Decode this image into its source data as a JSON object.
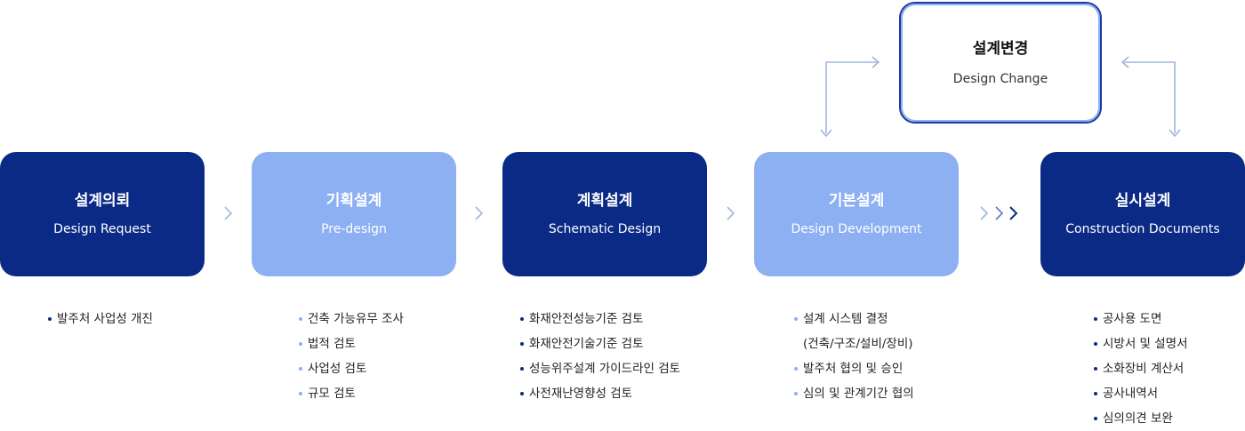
{
  "stages": [
    {
      "ko": "설계의뢰",
      "en": "Design Request",
      "items": [
        "발주처 사업성 개진"
      ]
    },
    {
      "ko": "기획설계",
      "en": "Pre-design",
      "items": [
        "건축 가능유무 조사",
        "법적 검토",
        "사업성 검토",
        "규모 검토"
      ]
    },
    {
      "ko": "계획설계",
      "en": "Schematic Design",
      "items": [
        "화재안전성능기준 검토",
        "화재안전기술기준 검토",
        "성능위주설계 가이드라인 검토",
        "사전재난영향성 검토"
      ]
    },
    {
      "ko": "기본설계",
      "en": "Design Development",
      "items": [
        "설계 시스템 결정",
        "(건축/구조/설비/장비)",
        "발주처 협의 및 승인",
        "심의 및 관계기간 협의"
      ]
    },
    {
      "ko": "실시설계",
      "en": "Construction Documents",
      "items": [
        "공사용 도면",
        "시방서 및 설명서",
        "소화장비 계산서",
        "공사내역서",
        "심의의견 보완"
      ]
    }
  ],
  "design_change": {
    "ko": "설계변경",
    "en": "Design Change"
  },
  "colors": {
    "dark": "#0b2a85",
    "light": "#8cb0f2",
    "arrow": "#9fb6dc"
  }
}
